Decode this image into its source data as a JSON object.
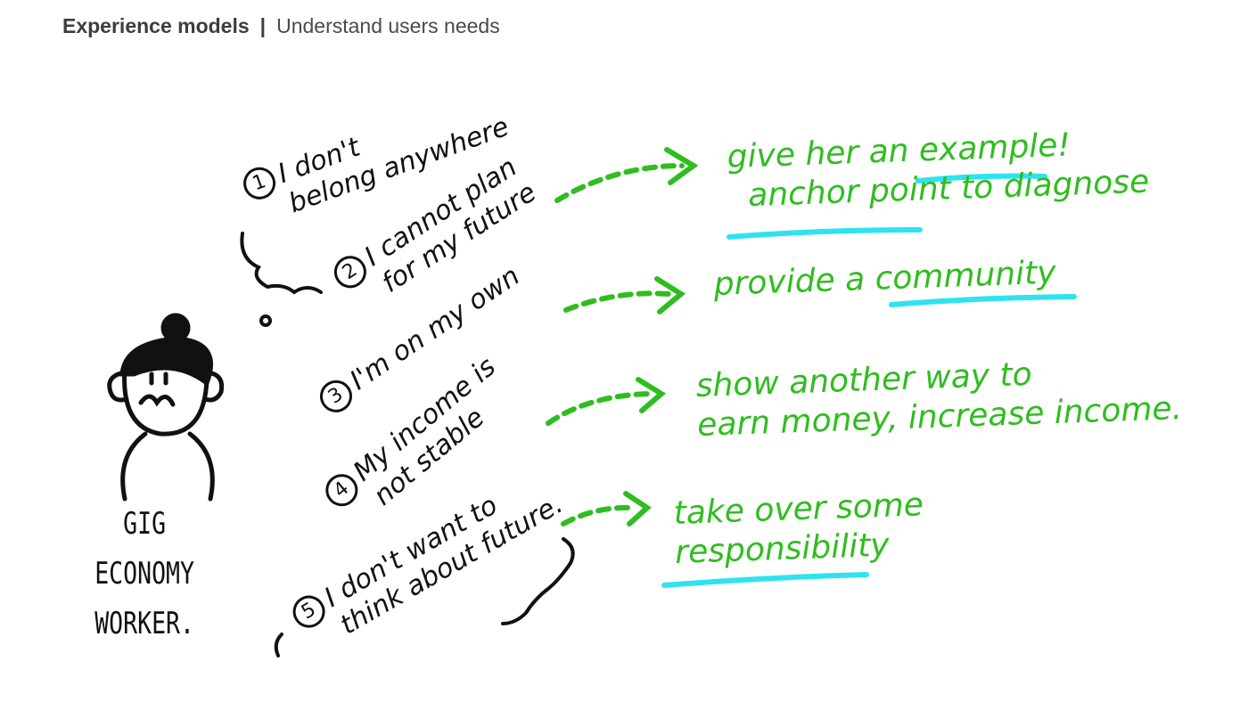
{
  "header": {
    "title": "Experience models",
    "separator": "|",
    "subtitle": "Understand users needs"
  },
  "persona": {
    "label_line1": "GIG ECONOMY",
    "label_line2": "WORKER."
  },
  "needs": [
    {
      "number": "1",
      "line1": "I don't",
      "line2": "belong anywhere"
    },
    {
      "number": "2",
      "line1": "I cannot plan",
      "line2": "for my future"
    },
    {
      "number": "3",
      "line1": "I'm on my own",
      "line2": ""
    },
    {
      "number": "4",
      "line1": "My income is",
      "line2": "not stable"
    },
    {
      "number": "5",
      "line1": "I don't want to",
      "line2": "think about future."
    }
  ],
  "actions": [
    {
      "line1": "give her an example!",
      "line2": "anchor point to diagnose"
    },
    {
      "line1": "provide a community",
      "line2": ""
    },
    {
      "line1": "show another way to",
      "line2": "earn money, increase income."
    },
    {
      "line1": "take over some",
      "line2": "responsibility"
    }
  ],
  "colors": {
    "ink": "#111111",
    "action_green": "#2fbd1f",
    "highlight_cyan": "#2ee3ef",
    "header_text": "#444444"
  }
}
